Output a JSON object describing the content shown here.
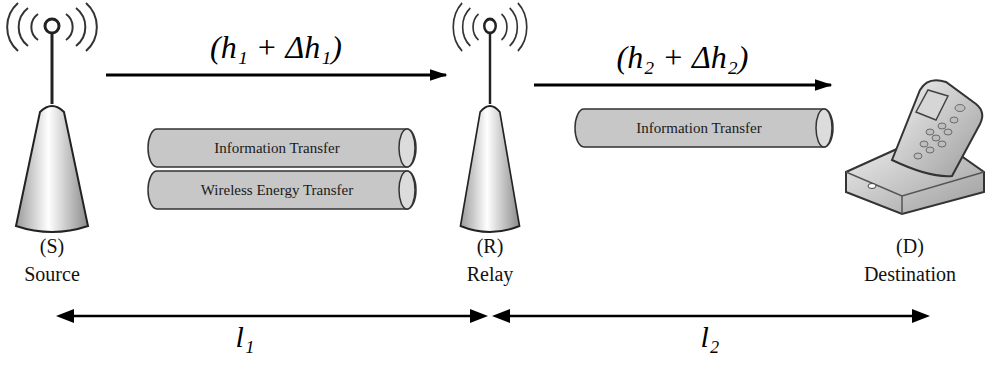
{
  "diagram": {
    "nodes": [
      {
        "text": [
          "(S)",
          "Source"
        ]
      },
      {
        "text": [
          "Information Transfer"
        ]
      },
      {
        "text": [
          "Wireless Energy Transfer"
        ]
      },
      {
        "text": [
          "(R)",
          "Relay"
        ]
      },
      {
        "text": [
          "Information Transfer"
        ]
      },
      {
        "text": [
          "(D)",
          "Destination"
        ]
      }
    ],
    "edges": [
      {
        "from": 0,
        "to": 3,
        "arrow": "to",
        "label": "(h₁ + Δh₁)"
      },
      {
        "from": 3,
        "to": 5,
        "arrow": "to",
        "label": "(h₂ + Δh₂)"
      }
    ],
    "labels": [
      "l₁",
      "l₂"
    ]
  }
}
